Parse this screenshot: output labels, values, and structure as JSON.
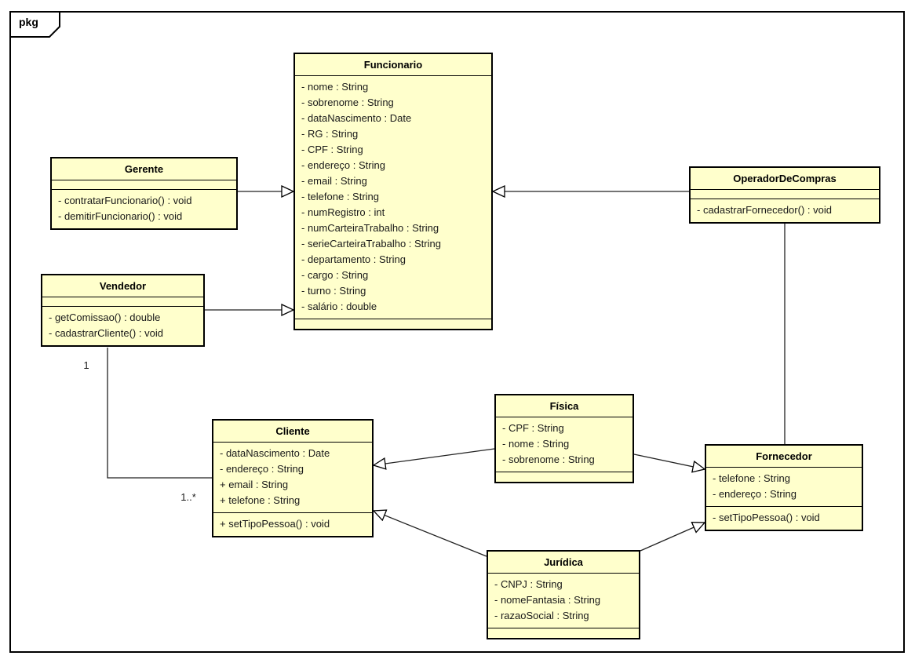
{
  "diagram": {
    "tab_label": "pkg",
    "colors": {
      "class_fill": "#FFFFCC",
      "class_border": "#000000",
      "background": "#FFFFFF"
    }
  },
  "classes": {
    "funcionario": {
      "title": "Funcionario",
      "attributes": [
        "- nome : String",
        "- sobrenome : String",
        "- dataNascimento : Date",
        "- RG : String",
        "- CPF : String",
        "- endereço : String",
        "- email : String",
        "- telefone : String",
        "- numRegistro : int",
        "- numCarteiraTrabalho : String",
        "- serieCarteiraTrabalho : String",
        "- departamento : String",
        "- cargo : String",
        "- turno : String",
        "- salário : double"
      ],
      "methods": []
    },
    "gerente": {
      "title": "Gerente",
      "attributes": [],
      "methods": [
        "- contratarFuncionario() : void",
        "- demitirFuncionario() : void"
      ]
    },
    "vendedor": {
      "title": "Vendedor",
      "attributes": [],
      "methods": [
        "- getComissao() : double",
        "- cadastrarCliente() : void"
      ]
    },
    "operadorDeCompras": {
      "title": "OperadorDeCompras",
      "attributes": [],
      "methods": [
        "- cadastrarFornecedor() : void"
      ]
    },
    "cliente": {
      "title": "Cliente",
      "attributes": [
        "- dataNascimento : Date",
        "- endereço : String",
        "+ email : String",
        "+ telefone : String"
      ],
      "methods": [
        "+ setTipoPessoa() : void"
      ]
    },
    "fisica": {
      "title": "Física",
      "attributes": [
        "- CPF : String",
        "- nome : String",
        "- sobrenome : String"
      ],
      "methods": []
    },
    "juridica": {
      "title": "Jurídica",
      "attributes": [
        "- CNPJ : String",
        "- nomeFantasia : String",
        "- razaoSocial : String"
      ],
      "methods": []
    },
    "fornecedor": {
      "title": "Fornecedor",
      "attributes": [
        "- telefone : String",
        "- endereço : String"
      ],
      "methods": [
        "- setTipoPessoa() : void"
      ]
    }
  },
  "associations": {
    "vendedor_cliente": {
      "from": "Vendedor",
      "to": "Cliente",
      "from_multiplicity": "1",
      "to_multiplicity": "1..*"
    },
    "operadorDeCompras_fornecedor": {
      "from": "OperadorDeCompras",
      "to": "Fornecedor"
    }
  },
  "generalizations": [
    {
      "from": "Gerente",
      "to": "Funcionario"
    },
    {
      "from": "Vendedor",
      "to": "Funcionario"
    },
    {
      "from": "OperadorDeCompras",
      "to": "Funcionario"
    },
    {
      "from": "Física",
      "to": "Cliente"
    },
    {
      "from": "Física",
      "to": "Fornecedor"
    },
    {
      "from": "Jurídica",
      "to": "Cliente"
    },
    {
      "from": "Jurídica",
      "to": "Fornecedor"
    }
  ]
}
